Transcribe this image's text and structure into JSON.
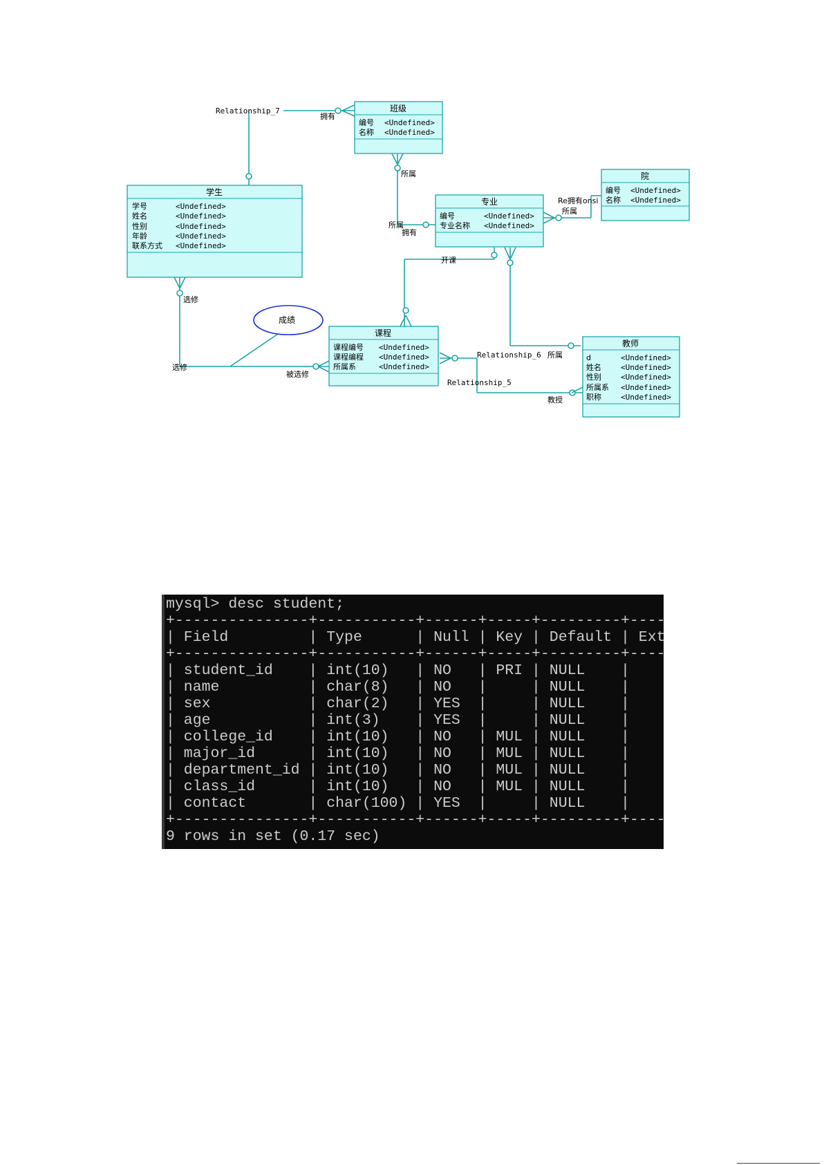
{
  "erd": {
    "entities": {
      "banji": {
        "title": "班级",
        "attrs": [
          [
            "编号",
            "<Undefined>"
          ],
          [
            "名称",
            "<Undefined>"
          ]
        ]
      },
      "xuesheng": {
        "title": "学生",
        "attrs": [
          [
            "学号",
            "<Undefined>"
          ],
          [
            "姓名",
            "<Undefined>"
          ],
          [
            "性别",
            "<Undefined>"
          ],
          [
            "年龄",
            "<Undefined>"
          ],
          [
            "联系方式",
            "<Undefined>"
          ]
        ]
      },
      "zhuanye": {
        "title": "专业",
        "attrs": [
          [
            "编号",
            "<Undefined>"
          ],
          [
            "专业名称",
            "<Undefined>"
          ]
        ]
      },
      "yuan": {
        "title": "院",
        "attrs": [
          [
            "编号",
            "<Undefined>"
          ],
          [
            "名称",
            "<Undefined>"
          ]
        ]
      },
      "kecheng": {
        "title": "课程",
        "attrs": [
          [
            "课程编号",
            "<Undefined>"
          ],
          [
            "课程编程",
            "<Undefined>"
          ],
          [
            "所属系",
            "<Undefined>"
          ]
        ]
      },
      "jiaoshi": {
        "title": "教师",
        "attrs": [
          [
            "d",
            "<Undefined>"
          ],
          [
            "姓名",
            "<Undefined>"
          ],
          [
            "性别",
            "<Undefined>"
          ],
          [
            "所属系",
            "<Undefined>"
          ],
          [
            "职称",
            "<Undefined>"
          ]
        ]
      }
    },
    "labels": {
      "relationship_7": "Relationship_7",
      "yongyou_1": "拥有",
      "suoshu_1": "所属",
      "suoshu_2": "所属",
      "yongyou_2": "拥有",
      "re_yongyou_onsi": "Re拥有onsi",
      "suoshu_3": "所属",
      "kaike": "开课",
      "xuanxiu_1": "选修",
      "xuanxiu_2": "选修",
      "beixuanxiu": "被选修",
      "relationship_6": "Relationship_6",
      "suoshu_4": "所属",
      "relationship_5": "Relationship_5",
      "jiaoshou": "教授"
    },
    "ellipse_label": "成绩"
  },
  "terminal": {
    "prompt": "mysql> desc student;",
    "columns": [
      "Field",
      "Type",
      "Null",
      "Key",
      "Default",
      "Extra"
    ],
    "rows": [
      [
        "student_id",
        "int(10)",
        "NO",
        "PRI",
        "NULL",
        ""
      ],
      [
        "name",
        "char(8)",
        "NO",
        "",
        "NULL",
        ""
      ],
      [
        "sex",
        "char(2)",
        "YES",
        "",
        "NULL",
        ""
      ],
      [
        "age",
        "int(3)",
        "YES",
        "",
        "NULL",
        ""
      ],
      [
        "college_id",
        "int(10)",
        "NO",
        "MUL",
        "NULL",
        ""
      ],
      [
        "major_id",
        "int(10)",
        "NO",
        "MUL",
        "NULL",
        ""
      ],
      [
        "department_id",
        "int(10)",
        "NO",
        "MUL",
        "NULL",
        ""
      ],
      [
        "class_id",
        "int(10)",
        "NO",
        "MUL",
        "NULL",
        ""
      ],
      [
        "contact",
        "char(100)",
        "YES",
        "",
        "NULL",
        ""
      ]
    ],
    "summary": "9 rows in set (0.17 sec)"
  }
}
